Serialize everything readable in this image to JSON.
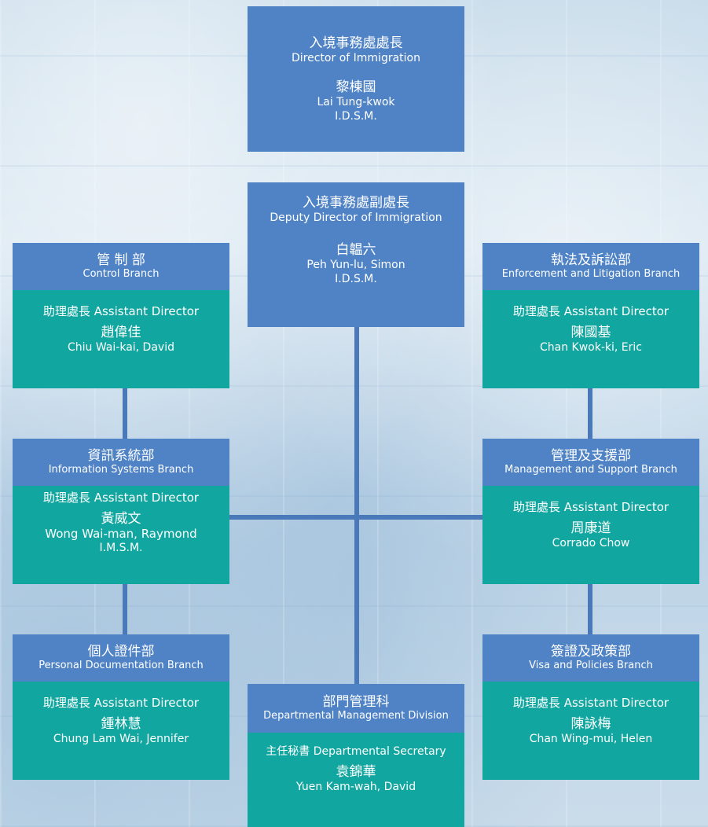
{
  "director": {
    "title_zh": "入境事務處處長",
    "title_en": "Director of Immigration",
    "name_zh": "黎棟國",
    "name_en": "Lai Tung-kwok",
    "honour": "I.D.S.M."
  },
  "deputy": {
    "title_zh": "入境事務處副處長",
    "title_en": "Deputy Director of Immigration",
    "name_zh": "白韞六",
    "name_en": "Peh Yun-lu, Simon",
    "honour": "I.D.S.M."
  },
  "branches": {
    "control": {
      "title_zh": "管 制 部",
      "title_en": "Control Branch",
      "role": "助理處長 Assistant Director",
      "name_zh": "趙偉佳",
      "name_en": "Chiu Wai-kai, David"
    },
    "enforcement": {
      "title_zh": "執法及訴訟部",
      "title_en": "Enforcement and Litigation Branch",
      "role": "助理處長 Assistant Director",
      "name_zh": "陳國基",
      "name_en": "Chan Kwok-ki, Eric"
    },
    "info_systems": {
      "title_zh": "資訊系統部",
      "title_en": "Information Systems Branch",
      "role": "助理處長 Assistant Director",
      "name_zh": "黃威文",
      "name_en": "Wong Wai-man, Raymond",
      "honour": "I.M.S.M."
    },
    "management": {
      "title_zh": "管理及支援部",
      "title_en": "Management and Support Branch",
      "role": "助理處長 Assistant Director",
      "name_zh": "周康道",
      "name_en": "Corrado Chow"
    },
    "personal_doc": {
      "title_zh": "個人證件部",
      "title_en": "Personal Documentation Branch",
      "role": "助理處長 Assistant Director",
      "name_zh": "鍾林慧",
      "name_en": "Chung Lam Wai, Jennifer"
    },
    "visa": {
      "title_zh": "簽證及政策部",
      "title_en": "Visa and Policies Branch",
      "role": "助理處長 Assistant Director",
      "name_zh": "陳詠梅",
      "name_en": "Chan Wing-mui, Helen"
    },
    "dept_mgmt": {
      "title_zh": "部門管理科",
      "title_en": "Departmental Management Division",
      "role": "主任秘書 Departmental Secretary",
      "name_zh": "袁錦華",
      "name_en": "Yuen Kam-wah, David"
    }
  }
}
